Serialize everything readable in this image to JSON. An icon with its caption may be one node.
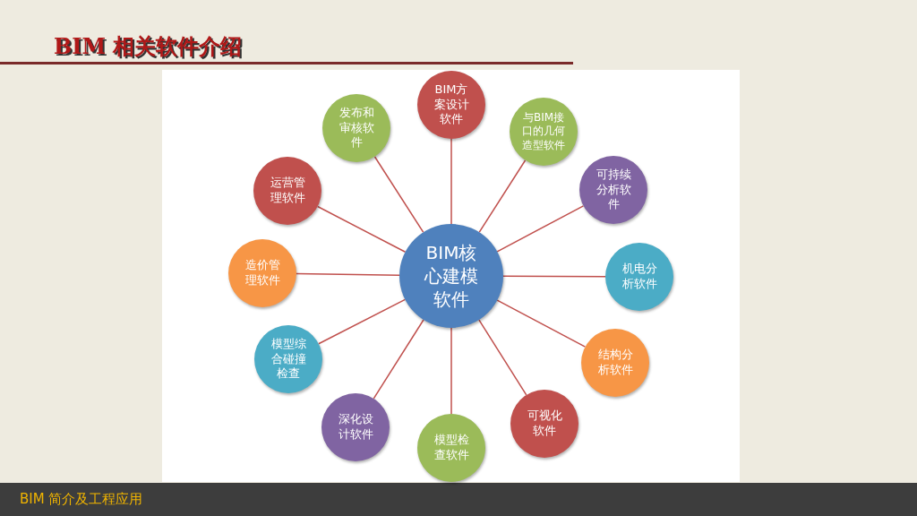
{
  "diagram": {
    "title": "BIM 相关软件介绍",
    "nodes": [
      {
        "text": [
          "BIM核心建模软件"
        ]
      },
      {
        "text": [
          "BIM方案设计软件"
        ]
      },
      {
        "text": [
          "与BIM接口的几何造型软件"
        ]
      },
      {
        "text": [
          "可持续分析软件"
        ]
      },
      {
        "text": [
          "机电分析软件"
        ]
      },
      {
        "text": [
          "结构分析软件"
        ]
      },
      {
        "text": [
          "可视化软件"
        ]
      },
      {
        "text": [
          "模型检查软件"
        ]
      },
      {
        "text": [
          "深化设计软件"
        ]
      },
      {
        "text": [
          "模型综合碰撞检查"
        ]
      },
      {
        "text": [
          "造价管理软件"
        ]
      },
      {
        "text": [
          "运营管理软件"
        ]
      },
      {
        "text": [
          "发布和审核软件"
        ]
      }
    ],
    "edges": [
      {
        "from": 0,
        "to": 1,
        "arrow": "none"
      },
      {
        "from": 0,
        "to": 2,
        "arrow": "none"
      },
      {
        "from": 0,
        "to": 3,
        "arrow": "none"
      },
      {
        "from": 0,
        "to": 4,
        "arrow": "none"
      },
      {
        "from": 0,
        "to": 5,
        "arrow": "none"
      },
      {
        "from": 0,
        "to": 6,
        "arrow": "none"
      },
      {
        "from": 0,
        "to": 7,
        "arrow": "none"
      },
      {
        "from": 0,
        "to": 8,
        "arrow": "none"
      },
      {
        "from": 0,
        "to": 9,
        "arrow": "none"
      },
      {
        "from": 0,
        "to": 10,
        "arrow": "none"
      },
      {
        "from": 0,
        "to": 11,
        "arrow": "none"
      },
      {
        "from": 0,
        "to": 12,
        "arrow": "none"
      }
    ],
    "labels": [
      "BIM 简介及工程应用"
    ]
  }
}
